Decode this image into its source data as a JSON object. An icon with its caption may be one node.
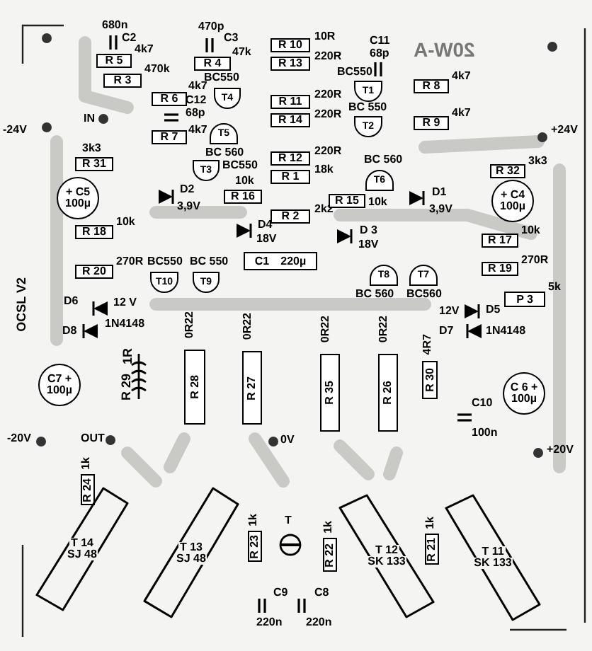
{
  "diagram": {
    "nodes": [
      {
        "text": [
          "R 5"
        ],
        "beside": [
          "4k7"
        ]
      },
      {
        "text": [
          "R 3"
        ],
        "beside": [
          "470k"
        ]
      },
      {
        "text": [
          "R 4"
        ],
        "beside": [
          "47k"
        ]
      },
      {
        "text": [
          "R 10"
        ],
        "beside": [
          "10R"
        ]
      },
      {
        "text": [
          "R 13"
        ],
        "beside": [
          "220R"
        ]
      },
      {
        "text": [
          "R 6"
        ],
        "beside": [
          "4k7"
        ]
      },
      {
        "text": [
          "R 11"
        ],
        "beside": [
          "220R"
        ]
      },
      {
        "text": [
          "R 14"
        ],
        "beside": [
          "220R"
        ]
      },
      {
        "text": [
          "R 7"
        ],
        "beside": [
          "4k7"
        ]
      },
      {
        "text": [
          "R 12"
        ],
        "beside": [
          "220R"
        ]
      },
      {
        "text": [
          "R 1"
        ],
        "beside": [
          "18k"
        ]
      },
      {
        "text": [
          "R 2"
        ],
        "beside": [
          "2k2"
        ]
      },
      {
        "text": [
          "R 16"
        ],
        "beside": [
          "10k"
        ]
      },
      {
        "text": [
          "R 15"
        ],
        "beside": [
          "10k"
        ]
      },
      {
        "text": [
          "R 8"
        ],
        "beside": [
          "4k7"
        ]
      },
      {
        "text": [
          "R 9"
        ],
        "beside": [
          "4k7"
        ]
      },
      {
        "text": [
          "R 31"
        ],
        "beside": [
          "3k3"
        ]
      },
      {
        "text": [
          "R 32"
        ],
        "beside": [
          "3k3"
        ]
      },
      {
        "text": [
          "R 18"
        ],
        "beside": [
          "10k"
        ]
      },
      {
        "text": [
          "R 20"
        ],
        "beside": [
          "270R"
        ]
      },
      {
        "text": [
          "R 17"
        ],
        "beside": [
          "10k"
        ]
      },
      {
        "text": [
          "R 19"
        ],
        "beside": [
          "270R"
        ]
      },
      {
        "text": [
          "P 3"
        ],
        "beside": [
          "5k"
        ]
      },
      {
        "text": [
          "R 28"
        ],
        "beside": [
          "0R22"
        ]
      },
      {
        "text": [
          "R 27"
        ],
        "beside": [
          "0R22"
        ]
      },
      {
        "text": [
          "R 35"
        ],
        "beside": [
          "0R22"
        ]
      },
      {
        "text": [
          "R 26"
        ],
        "beside": [
          "0R22"
        ]
      },
      {
        "text": [
          "R 30"
        ],
        "beside": [
          "4R7"
        ]
      },
      {
        "text": [
          "R 24"
        ],
        "beside": [
          "1k"
        ]
      },
      {
        "text": [
          "R 23"
        ],
        "beside": [
          "1k"
        ]
      },
      {
        "text": [
          "R 22"
        ],
        "beside": [
          "1k"
        ]
      },
      {
        "text": [
          "R 21"
        ],
        "beside": [
          "1k"
        ]
      },
      {
        "text": [
          "T4"
        ],
        "beside": [
          "BC550"
        ]
      },
      {
        "text": [
          "T5"
        ],
        "beside": [
          "BC 560"
        ]
      },
      {
        "text": [
          "T3"
        ],
        "beside": [
          "BC550"
        ]
      },
      {
        "text": [
          "T1"
        ],
        "beside": [
          "BC550"
        ]
      },
      {
        "text": [
          "T2"
        ],
        "beside": [
          "BC 550"
        ]
      },
      {
        "text": [
          "T6"
        ],
        "beside": [
          "BC 560"
        ]
      },
      {
        "text": [
          "T10"
        ],
        "beside": [
          "BC550"
        ]
      },
      {
        "text": [
          "T9"
        ],
        "beside": [
          "BC 550"
        ]
      },
      {
        "text": [
          "T8"
        ],
        "beside": [
          "BC 560"
        ]
      },
      {
        "text": [
          "T7"
        ],
        "beside": [
          "BC560"
        ]
      },
      {
        "text": [
          "+ C5",
          "100µ"
        ]
      },
      {
        "text": [
          "+ C4",
          "100µ"
        ]
      },
      {
        "text": [
          "C7 +",
          "100µ"
        ]
      },
      {
        "text": [
          "C 6 +",
          "100µ"
        ]
      },
      {
        "text": [
          "C1",
          "220µ"
        ]
      },
      {
        "text": [
          "T 14",
          "SJ 48"
        ]
      },
      {
        "text": [
          "T 13",
          "SJ 48"
        ]
      },
      {
        "text": [
          "T 12",
          "SK 133"
        ]
      },
      {
        "text": [
          "T 11",
          "SK 133"
        ]
      }
    ],
    "labels": [
      "680n",
      "C2",
      "470p",
      "C3",
      "C11",
      "68p",
      "20W-A",
      "IN",
      "-24V",
      "+24V",
      "C12",
      "68p",
      "D2",
      "3,9V",
      "D1",
      "3,9V",
      "D4",
      "18V",
      "D 3",
      "18V",
      "OCSL V2",
      "D6",
      "12 V",
      "D8",
      "1N4148",
      "12V",
      "D5",
      "D7",
      "1N4148",
      "1R",
      "R 29",
      "C10",
      "100n",
      "-20V",
      "OUT",
      "0V",
      "+20V",
      "T",
      "C9",
      "220n",
      "C8",
      "220n"
    ]
  }
}
